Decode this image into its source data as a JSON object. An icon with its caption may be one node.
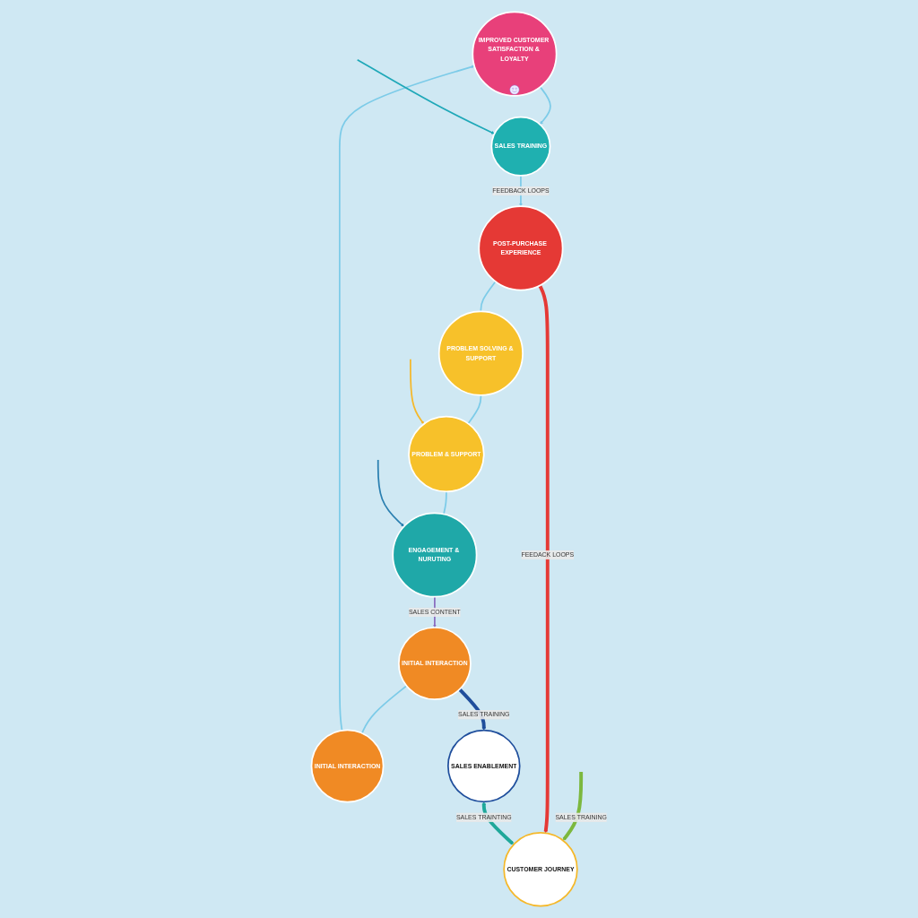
{
  "diagram": {
    "nodes": [
      {
        "text": [
          "IMPROVED CUSTOMER SATISFACTION & LOYALTY"
        ]
      },
      {
        "text": [
          "INITIAL INTERACTION"
        ]
      },
      {
        "text": [
          "SALES TRAINING"
        ]
      },
      {
        "text": [
          "INITIAL INTERACTION"
        ]
      },
      {
        "text": [
          "SALES ENABLEMENT"
        ]
      },
      {
        "text": [
          "CUSTOMER JOURNEY"
        ]
      },
      {
        "text": [
          "POST-PURCHASE EXPERIENCE"
        ]
      },
      {
        "text": [
          "ENGAGEMENT & NURUTING"
        ]
      },
      {
        "text": [
          "PROBLEM & SUPPORT"
        ]
      },
      {
        "text": [
          "PROBLEM SOLVING & SUPPORT"
        ]
      }
    ],
    "edges": [
      {
        "from": 1,
        "to": 0,
        "arrow": "to"
      },
      {
        "from": 0,
        "to": 2,
        "arrow": "to"
      },
      {
        "from": 2,
        "to": 6,
        "arrow": "to",
        "label": "FEEDBACK LOOPS"
      },
      {
        "from": 6,
        "to": 9,
        "arrow": "none"
      },
      {
        "from": 9,
        "to": 8,
        "arrow": "none"
      },
      {
        "from": 8,
        "to": 7,
        "arrow": "none"
      },
      {
        "from": 7,
        "to": 3,
        "arrow": "to",
        "label": "SALES CONTENT",
        "color": "#8a6bbf"
      },
      {
        "from": 3,
        "to": 1,
        "arrow": "none"
      },
      {
        "from": 3,
        "to": 4,
        "arrow": "to",
        "label": "SALES TRAINING",
        "style": "thick",
        "color": "#1f4e9c"
      },
      {
        "from": null,
        "to": 5,
        "arrow": "to",
        "label": "SALES TRAINING",
        "style": "thick",
        "color": "#7cb83e"
      },
      {
        "from": null,
        "to": 2,
        "arrow": "to",
        "color": "#1fa8b8"
      },
      {
        "from": 6,
        "to": 5,
        "arrow": "to",
        "label": "FEEDACK LOOPS",
        "style": "thick",
        "color": "#e53935"
      },
      {
        "from": 4,
        "to": 5,
        "arrow": "both",
        "label": "SALES TRAINTING",
        "style": "thick",
        "color": "#1fa89a"
      },
      {
        "from": null,
        "to": 7,
        "arrow": "to",
        "color": "#2a7fb0"
      },
      {
        "from": null,
        "to": 8,
        "arrow": "to",
        "color": "#f5b82a"
      }
    ]
  }
}
